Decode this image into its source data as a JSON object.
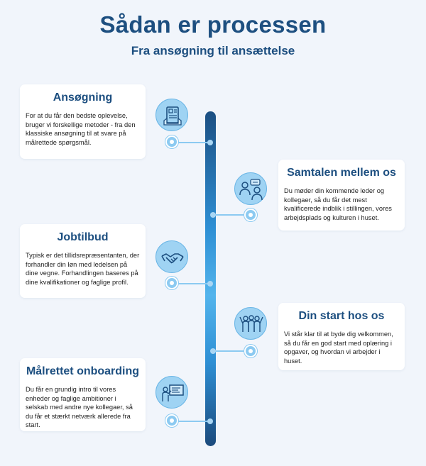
{
  "header": {
    "title": "Sådan er processen",
    "subtitle": "Fra ansøgning til ansættelse"
  },
  "steps": [
    {
      "title": "Ansøgning",
      "text": "For at du får den bedste oplevelse, bruger vi forskellige metoder - fra den klassiske ansøgning til at svare på målrettede spørgsmål.",
      "icon": "application-form-icon"
    },
    {
      "title": "Samtalen mellem os",
      "text": "Du møder din kommende leder og kollegaer, så du får det mest kvalificerede indblik i stillingen, vores arbejdsplads og kulturen i huset.",
      "icon": "conversation-icon"
    },
    {
      "title": "Jobtilbud",
      "text": "Typisk er det tillidsrepræsentanten, der forhandler din løn med ledelsen på dine vegne. Forhandlingen baseres på dine kvalifikationer og faglige profil.",
      "icon": "handshake-icon"
    },
    {
      "title": "Din start hos os",
      "text": "Vi står klar til at byde dig velkommen, så du får en god start med oplæring i opgaver, og hvordan vi arbejder i huset.",
      "icon": "team-icon"
    },
    {
      "title": "Målrettet onboarding",
      "text": "Du får en grundig intro til vores enheder og faglige ambitioner i selskab med andre nye kollegaer, så du får et stærkt netværk allerede fra start.",
      "icon": "presentation-icon"
    }
  ],
  "colors": {
    "heading": "#1d4f80",
    "accent_light": "#9fd3f3",
    "background": "#f1f5fb"
  }
}
